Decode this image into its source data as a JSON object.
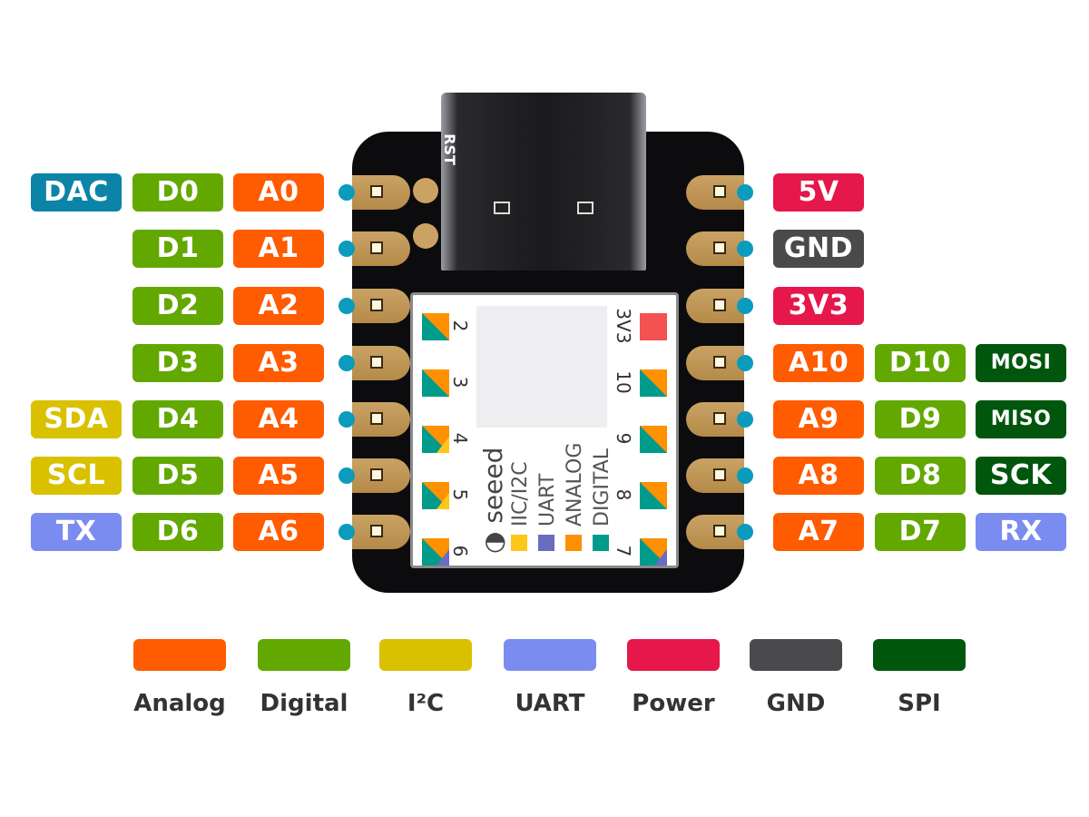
{
  "colors": {
    "analog": "#ff5b00",
    "digital": "#63a800",
    "i2c": "#d9c100",
    "uart": "#7b8cf0",
    "power": "#e5174b",
    "gnd": "#4a4a4c",
    "spi": "#00560c",
    "dac": "#0b84a8"
  },
  "left_pins": [
    {
      "labels": [
        {
          "text": "DAC",
          "type": "dac"
        },
        {
          "text": "D0",
          "type": "digital"
        },
        {
          "text": "A0",
          "type": "analog"
        }
      ]
    },
    {
      "labels": [
        {
          "text": "D1",
          "type": "digital"
        },
        {
          "text": "A1",
          "type": "analog"
        }
      ]
    },
    {
      "labels": [
        {
          "text": "D2",
          "type": "digital"
        },
        {
          "text": "A2",
          "type": "analog"
        }
      ]
    },
    {
      "labels": [
        {
          "text": "D3",
          "type": "digital"
        },
        {
          "text": "A3",
          "type": "analog"
        }
      ]
    },
    {
      "labels": [
        {
          "text": "SDA",
          "type": "i2c"
        },
        {
          "text": "D4",
          "type": "digital"
        },
        {
          "text": "A4",
          "type": "analog"
        }
      ]
    },
    {
      "labels": [
        {
          "text": "SCL",
          "type": "i2c"
        },
        {
          "text": "D5",
          "type": "digital"
        },
        {
          "text": "A5",
          "type": "analog"
        }
      ]
    },
    {
      "labels": [
        {
          "text": "TX",
          "type": "uart"
        },
        {
          "text": "D6",
          "type": "digital"
        },
        {
          "text": "A6",
          "type": "analog"
        }
      ]
    }
  ],
  "right_pins": [
    {
      "labels": [
        {
          "text": "5V",
          "type": "power"
        }
      ]
    },
    {
      "labels": [
        {
          "text": "GND",
          "type": "gnd"
        }
      ]
    },
    {
      "labels": [
        {
          "text": "3V3",
          "type": "power"
        }
      ]
    },
    {
      "labels": [
        {
          "text": "A10",
          "type": "analog"
        },
        {
          "text": "D10",
          "type": "digital"
        },
        {
          "text": "MOSI",
          "type": "spi",
          "small": true
        }
      ]
    },
    {
      "labels": [
        {
          "text": "A9",
          "type": "analog"
        },
        {
          "text": "D9",
          "type": "digital"
        },
        {
          "text": "MISO",
          "type": "spi",
          "small": true
        }
      ]
    },
    {
      "labels": [
        {
          "text": "A8",
          "type": "analog"
        },
        {
          "text": "D8",
          "type": "digital"
        },
        {
          "text": "SCK",
          "type": "spi"
        }
      ]
    },
    {
      "labels": [
        {
          "text": "A7",
          "type": "analog"
        },
        {
          "text": "D7",
          "type": "digital"
        },
        {
          "text": "RX",
          "type": "uart"
        }
      ]
    }
  ],
  "board": {
    "rst_label": "RST",
    "module_left_pins": [
      "2",
      "3",
      "4",
      "5",
      "6"
    ],
    "module_right_pins": [
      "3V3",
      "10",
      "9",
      "8",
      "7"
    ],
    "brand": "seeed",
    "module_legend": [
      {
        "text": "IIC/I2C",
        "color": "#ffc61a"
      },
      {
        "text": "UART",
        "color": "#6b6bc0"
      },
      {
        "text": "ANALOG",
        "color": "#ff9000"
      },
      {
        "text": "DIGITAL",
        "color": "#009b8a"
      }
    ]
  },
  "legend": [
    {
      "label": "Analog",
      "type": "analog"
    },
    {
      "label": "Digital",
      "type": "digital"
    },
    {
      "label": "I²C",
      "type": "i2c"
    },
    {
      "label": "UART",
      "type": "uart"
    },
    {
      "label": "Power",
      "type": "power"
    },
    {
      "label": "GND",
      "type": "gnd"
    },
    {
      "label": "SPI",
      "type": "spi"
    }
  ]
}
